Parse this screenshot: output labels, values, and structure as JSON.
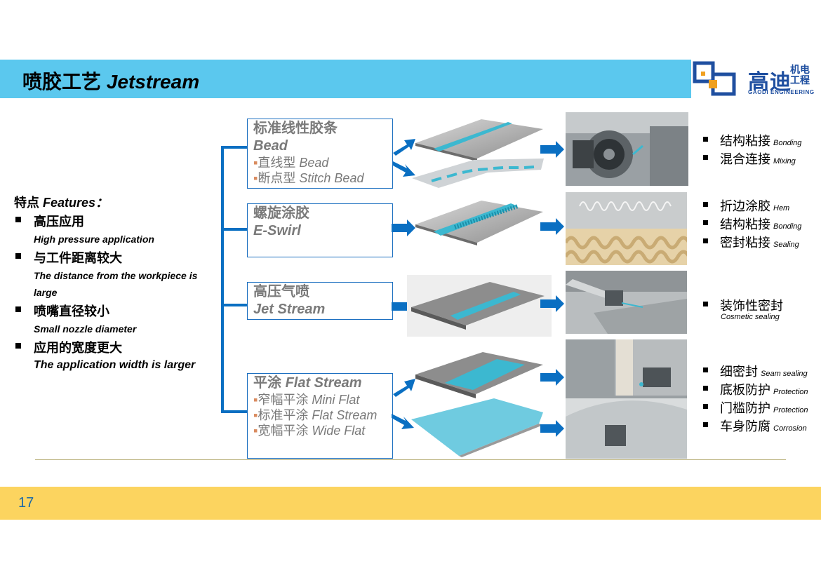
{
  "header": {
    "title_cn": "喷胶工艺",
    "title_en": "Jetstream"
  },
  "logo": {
    "name_cn": "高迪",
    "name_side": "机电工程",
    "name_en": "GAODI ENGINEERING",
    "brand_color": "#1f4fa0",
    "accent_color": "#f0a020"
  },
  "features": {
    "heading_cn": "特点",
    "heading_en": "Features：",
    "items": [
      {
        "cn": "高压应用",
        "en": "High pressure application"
      },
      {
        "cn": "与工件距离较大",
        "en": "The distance from the workpiece is large"
      },
      {
        "cn": "喷嘴直径较小",
        "en": "Small nozzle diameter"
      },
      {
        "cn": "应用的宽度更大",
        "en": "The application width is larger"
      }
    ]
  },
  "categories": [
    {
      "cn": "标准线性胶条",
      "en": "Bead",
      "subs": [
        {
          "cn": "直线型",
          "en": "Bead"
        },
        {
          "cn": "断点型",
          "en": "Stitch Bead"
        }
      ]
    },
    {
      "cn": "螺旋涂胶",
      "en": "E-Swirl",
      "subs": []
    },
    {
      "cn": "高压气喷",
      "en": "Jet Stream",
      "subs": []
    },
    {
      "cn": "平涂",
      "en": "Flat Stream",
      "subs": [
        {
          "cn": "窄幅平涂",
          "en": "Mini Flat"
        },
        {
          "cn": "标准平涂",
          "en": "Flat Stream"
        },
        {
          "cn": "宽幅平涂",
          "en": "Wide Flat"
        }
      ]
    }
  ],
  "applications": [
    [
      {
        "cn": "结构粘接",
        "en": "Bonding"
      },
      {
        "cn": "混合连接",
        "en": "Mixing"
      }
    ],
    [
      {
        "cn": "折边涂胶",
        "en": "Hem"
      },
      {
        "cn": "结构粘接",
        "en": "Bonding"
      },
      {
        "cn": "密封粘接",
        "en": "Sealing"
      }
    ],
    [
      {
        "cn": "装饰性密封",
        "en": "Cosmetic sealing"
      }
    ],
    [
      {
        "cn": "细密封",
        "en": "Seam sealing"
      },
      {
        "cn": "底板防护",
        "en": "Protection"
      },
      {
        "cn": "门槛防护",
        "en": "Protection"
      },
      {
        "cn": "车身防腐",
        "en": "Corrosion"
      }
    ]
  ],
  "footer": {
    "page_number": "17"
  },
  "colors": {
    "title_bar": "#5bc8ee",
    "tree_lines": "#0a6fc2",
    "arrows": "#0a6fc2",
    "footer_bar": "#fcd45f",
    "bead": "#3cb8d0",
    "sub_bullet": "#d98b5f"
  }
}
